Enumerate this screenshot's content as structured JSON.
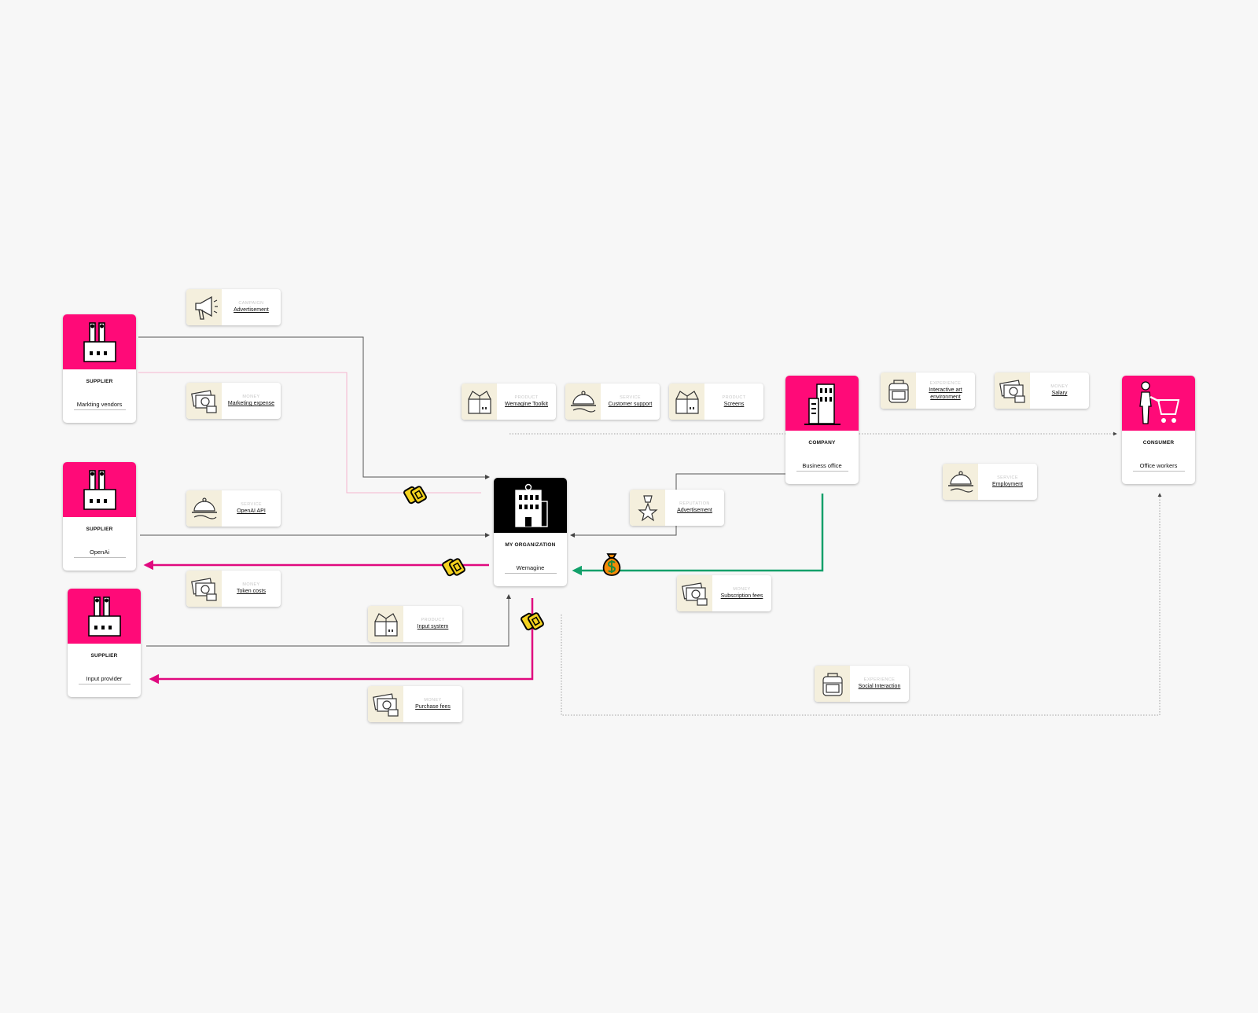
{
  "actors": {
    "supplier_marketing": {
      "role": "SUPPLIER",
      "name": "Markting vendors"
    },
    "supplier_openai": {
      "role": "SUPPLIER",
      "name": "OpenAi"
    },
    "supplier_input": {
      "role": "SUPPLIER",
      "name": "Input provider"
    },
    "my_org": {
      "role": "MY ORGANIZATION",
      "name": "Wemagine"
    },
    "company": {
      "role": "COMPANY",
      "name": "Business office"
    },
    "consumer": {
      "role": "CONSUMER",
      "name": "Office workers"
    }
  },
  "flows": {
    "advertisement_1": {
      "kind": "CAMPAIGN",
      "title": "Advertisement",
      "icon": "megaphone-icon"
    },
    "marketing_expense": {
      "kind": "MONEY",
      "title": "Marketing expense",
      "icon": "money-icon"
    },
    "openai_api": {
      "kind": "SERVICE",
      "title": "OpenAI API",
      "icon": "service-cloche-icon"
    },
    "token_costs": {
      "kind": "MONEY",
      "title": "Token costs",
      "icon": "money-icon"
    },
    "input_system": {
      "kind": "PRODUCT",
      "title": "Input system",
      "icon": "box-icon"
    },
    "purchase_fees": {
      "kind": "MONEY",
      "title": "Purchase fees",
      "icon": "money-icon"
    },
    "toolkit": {
      "kind": "PRODUCT",
      "title": "Wemagine Toolkit",
      "icon": "box-icon"
    },
    "customer_support": {
      "kind": "SERVICE",
      "title": "Customer support",
      "icon": "service-cloche-icon"
    },
    "screens": {
      "kind": "PRODUCT",
      "title": "Screens",
      "icon": "box-icon"
    },
    "advertisement_2": {
      "kind": "REPUTATION",
      "title": "Advertisement",
      "icon": "medal-icon"
    },
    "subscription_fees": {
      "kind": "MONEY",
      "title": "Subscription fees",
      "icon": "money-icon"
    },
    "interactive_art": {
      "kind": "EXPERIENCE",
      "title": "Interactive art environment",
      "icon": "backpack-icon"
    },
    "salary": {
      "kind": "MONEY",
      "title": "Salary",
      "icon": "money-icon"
    },
    "employment": {
      "kind": "SERVICE",
      "title": "Employment",
      "icon": "service-cloche-icon"
    },
    "social_interaction": {
      "kind": "EXPERIENCE",
      "title": "Social Interaction",
      "icon": "backpack-icon"
    }
  },
  "colors": {
    "actor_header": "#ff0a78",
    "org_header": "#000000",
    "icon_panel": "#f4efdd",
    "pink_flow": "#e0097f",
    "green_flow": "#12a06a",
    "coin_badge": "#f4d21f",
    "money_bag": "#f58a07"
  },
  "badges": [
    "coins-icon",
    "coins-icon",
    "coins-icon",
    "money-bag-icon"
  ]
}
